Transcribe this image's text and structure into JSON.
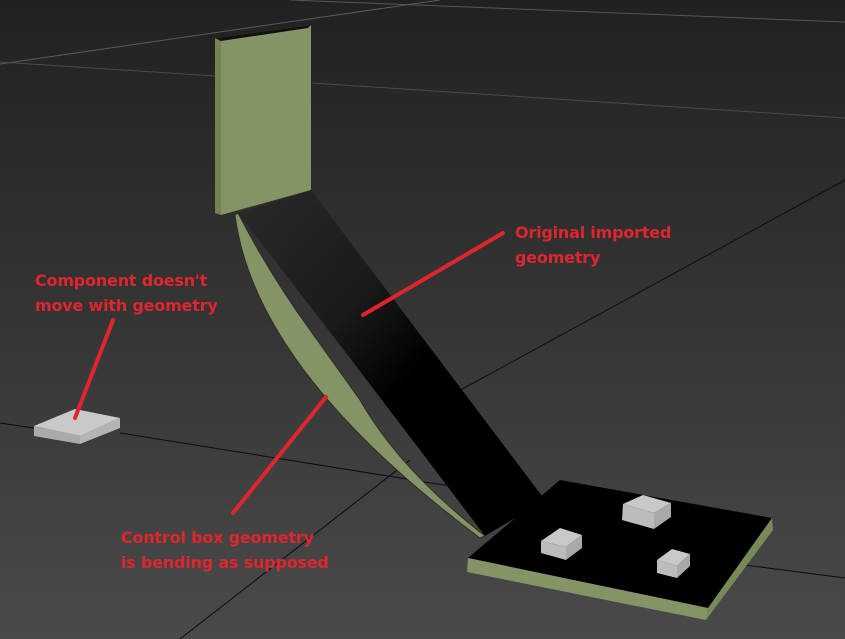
{
  "viewport": {
    "type": "3d-perspective-viewport",
    "background_top": "#222222",
    "background_bottom": "#484848",
    "grid_color": "#0a0a0a"
  },
  "colors": {
    "control_box": "#849466",
    "control_box_side": "#748456",
    "original_geometry": "#000000",
    "component": "#c8c8c8",
    "component_side": "#a8a8a8",
    "annotation": "#e0252d"
  },
  "annotations": [
    {
      "id": "original",
      "lines": [
        "Original imported",
        "geometry"
      ]
    },
    {
      "id": "component",
      "lines": [
        "Component doesn't",
        "move with geometry"
      ]
    },
    {
      "id": "control_box",
      "lines": [
        "Control box geometry",
        "is bending as supposed"
      ]
    }
  ],
  "objects": [
    {
      "name": "Control box (bent)",
      "color": "green"
    },
    {
      "name": "Original imported geometry",
      "color": "black"
    },
    {
      "name": "Detached component",
      "color": "light gray"
    },
    {
      "name": "Board components",
      "count": 3,
      "color": "light gray"
    }
  ]
}
